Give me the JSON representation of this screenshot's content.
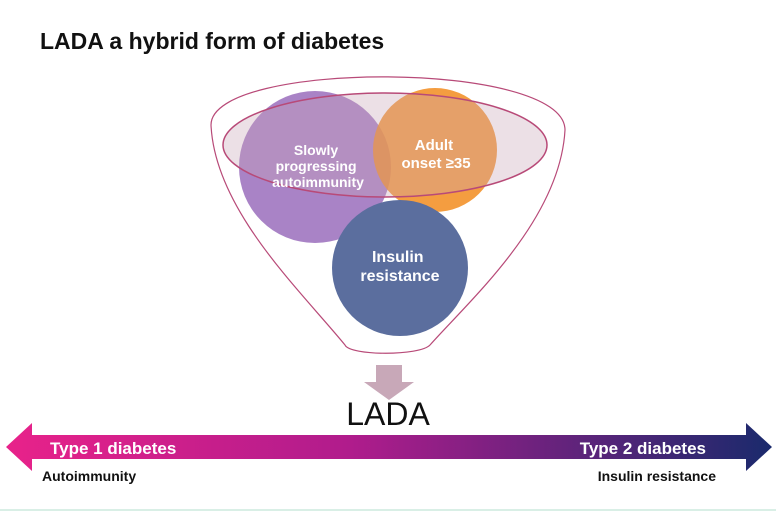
{
  "title": "LADA a hybrid form of diabetes",
  "circles": {
    "autoimmunity": [
      "Slowly",
      "progressing",
      "autoimmunity"
    ],
    "adult_onset": [
      "Adult",
      "onset ≥35"
    ],
    "insulin_resistance": [
      "Insulin",
      "resistance"
    ]
  },
  "result_label": "LADA",
  "spectrum": {
    "left_label": "Type 1 diabetes",
    "right_label": "Type 2 diabetes",
    "left_sublabel": "Autoimmunity",
    "right_sublabel": "Insulin resistance"
  },
  "colors": {
    "autoimmunity": "#7030a0",
    "adult_onset": "#f28c1e",
    "insulin_resistance": "#5b6e9e",
    "arrow_left": "#e8228a",
    "arrow_right": "#1a2a6c",
    "funnel_outline": "#b84a78",
    "down_arrow": "#c8a8b8"
  }
}
